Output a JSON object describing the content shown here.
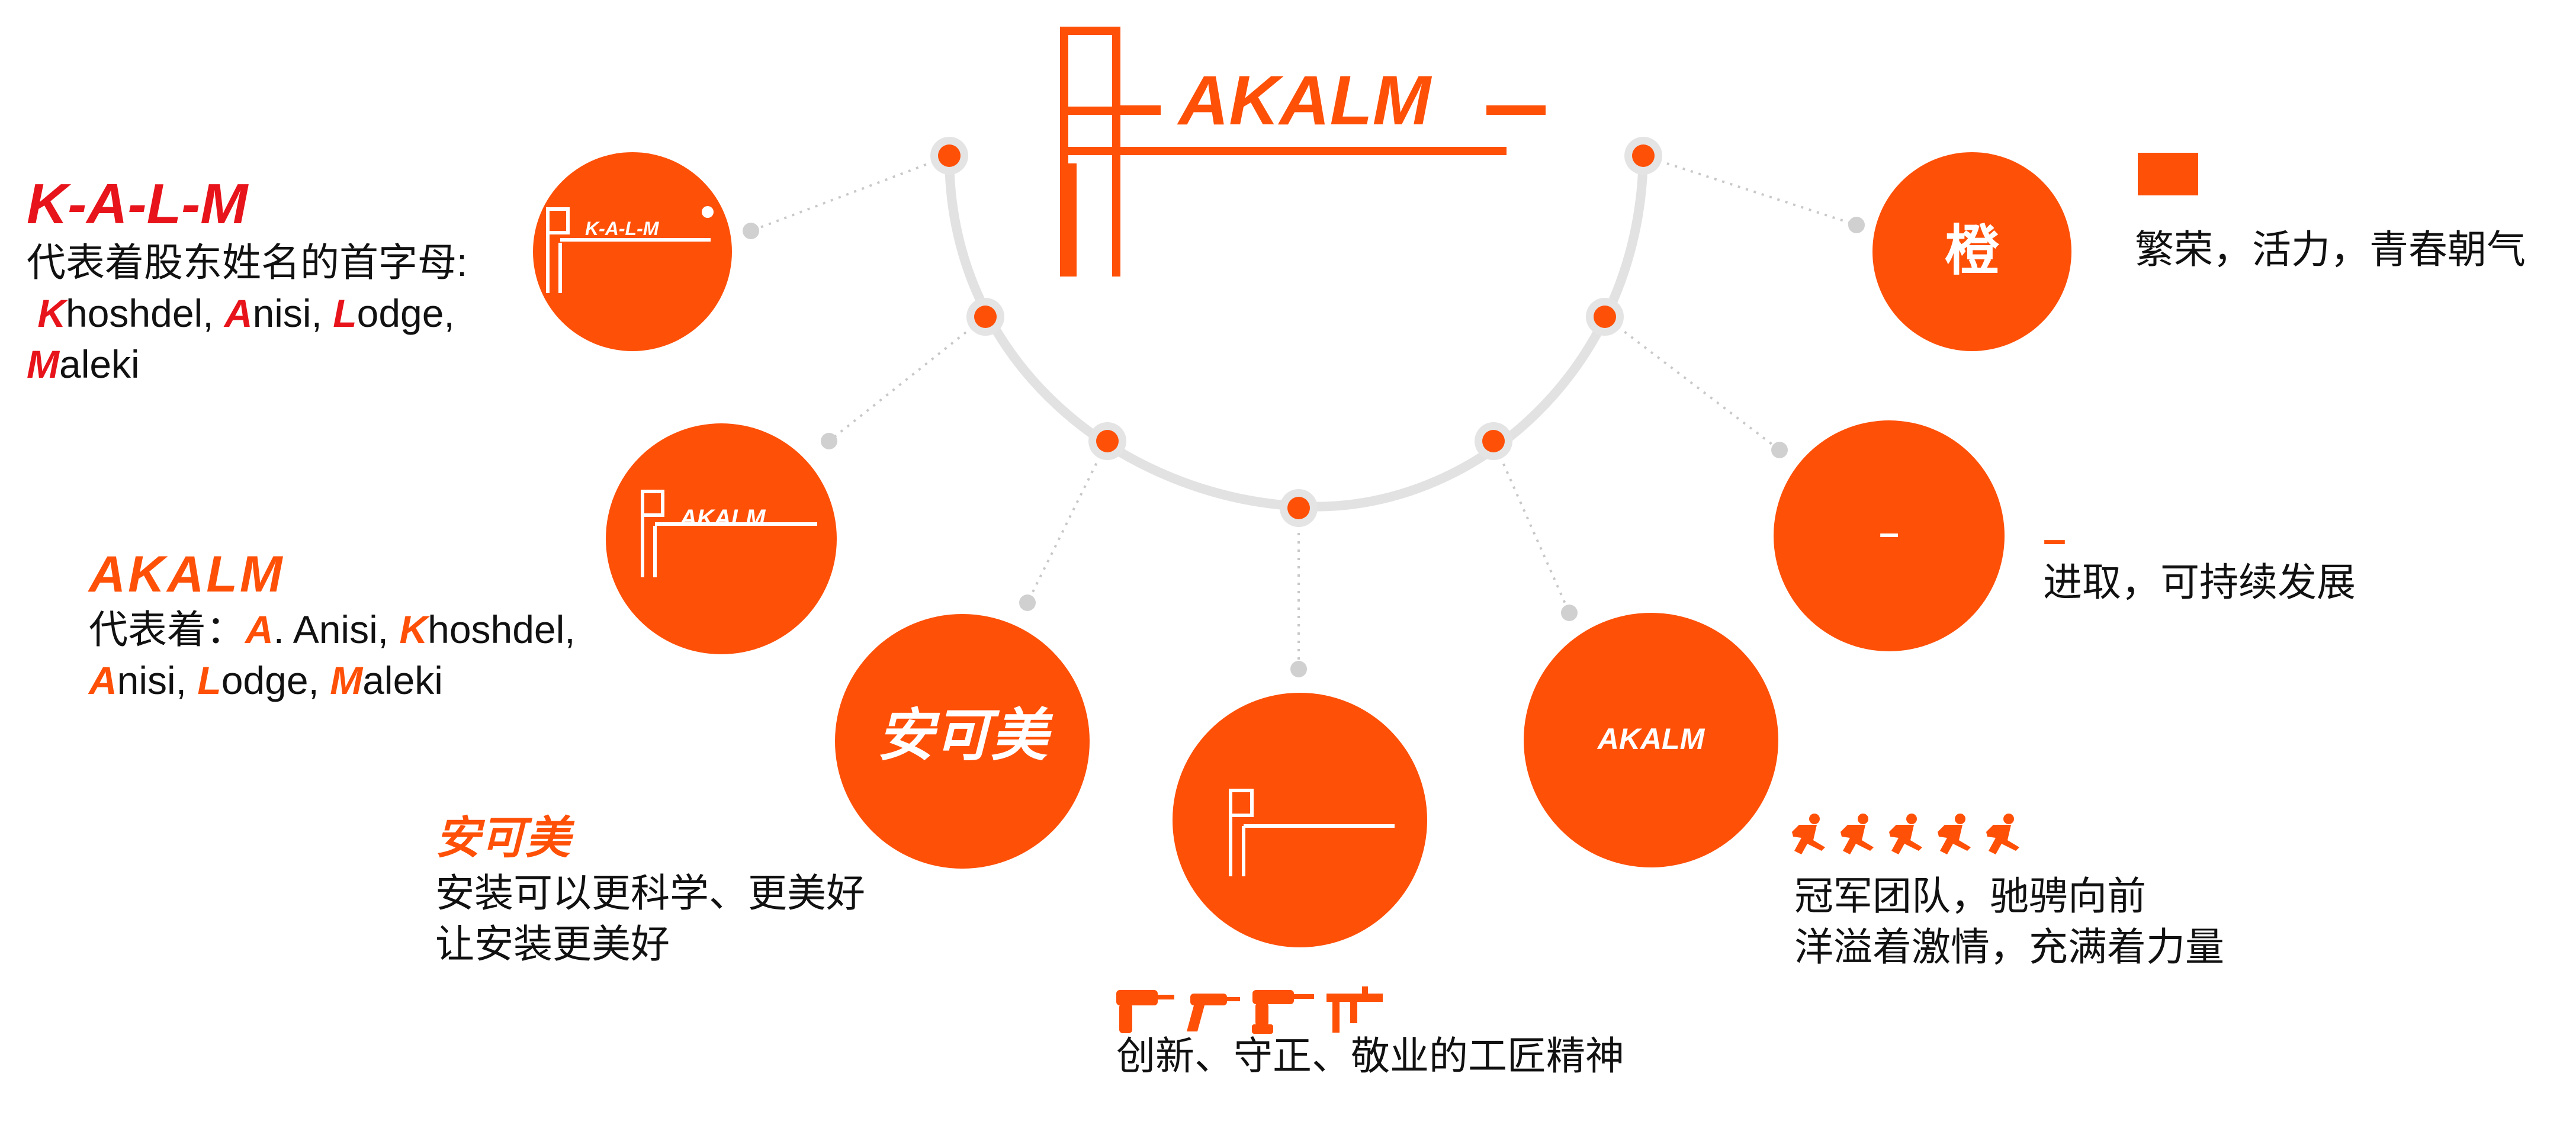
{
  "colors": {
    "accent": "#ff5008",
    "red": "#e8141b",
    "arc": "#e2e2e2",
    "text": "#111111"
  },
  "top_logo": {
    "text": "AKALM"
  },
  "circles": [
    {
      "id": "kalm",
      "label": "K-A-L-M"
    },
    {
      "id": "akalm",
      "label": "AKALM"
    },
    {
      "id": "ankemei",
      "label": "安可美"
    },
    {
      "id": "symbol",
      "label": ""
    },
    {
      "id": "akalm-text",
      "label": "AKALM"
    },
    {
      "id": "dash",
      "label": "–"
    },
    {
      "id": "orange",
      "label": "橙"
    }
  ],
  "kalm": {
    "title": "K-A-L-M",
    "line1": "代表着股东姓名的首字母:",
    "names": [
      {
        "initial": "K",
        "rest": "hoshdel, "
      },
      {
        "initial": "A",
        "rest": "nisi, "
      },
      {
        "initial": "L",
        "rest": "odge,"
      },
      {
        "initial": "M",
        "rest": "aleki"
      }
    ]
  },
  "akalm": {
    "title": "AKALM",
    "prefix": "代表着：",
    "names": [
      {
        "initial": "A",
        "rest": ". Anisi, "
      },
      {
        "initial": "K",
        "rest": "hoshdel,"
      },
      {
        "initial": "A",
        "rest": "nisi, "
      },
      {
        "initial": "L",
        "rest": "odge, "
      },
      {
        "initial": "M",
        "rest": "aleki"
      }
    ]
  },
  "ankemei": {
    "title": "安可美",
    "line1": "安装可以更科学、更美好",
    "line2": "让安装更美好"
  },
  "craft": {
    "line1": "创新、守正、敬业的工匠精神",
    "icons": [
      "drill-icon",
      "glue-gun-icon",
      "screw-gun-icon",
      "caliper-icon"
    ]
  },
  "team": {
    "line1": "冠军团队，驰骋向前",
    "line2": "洋溢着激情，充满着力量",
    "icons": [
      "runner-icon",
      "runner-icon",
      "runner-icon",
      "runner-icon",
      "runner-icon"
    ]
  },
  "progress": {
    "mark": "–",
    "line1": "进取，可持续发展"
  },
  "orange": {
    "line1": "繁荣，活力，青春朝气"
  }
}
